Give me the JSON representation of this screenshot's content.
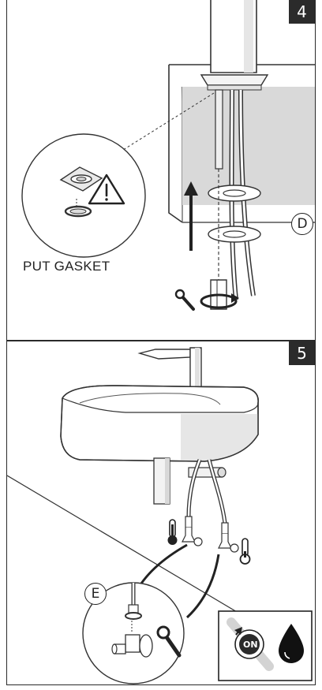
{
  "step4": {
    "number": "4",
    "detail_label": "D",
    "caption": "PUT GASKET",
    "icons": [
      "warning-triangle-icon",
      "wrench-icon",
      "rotate-arrow-icon",
      "up-arrow-icon"
    ]
  },
  "step5": {
    "number": "5",
    "detail_label": "E",
    "valve_state": "ON",
    "icons": [
      "hot-thermometer-icon",
      "cold-thermometer-icon",
      "wrench-icon",
      "valve-on-icon",
      "water-drop-icon"
    ]
  }
}
